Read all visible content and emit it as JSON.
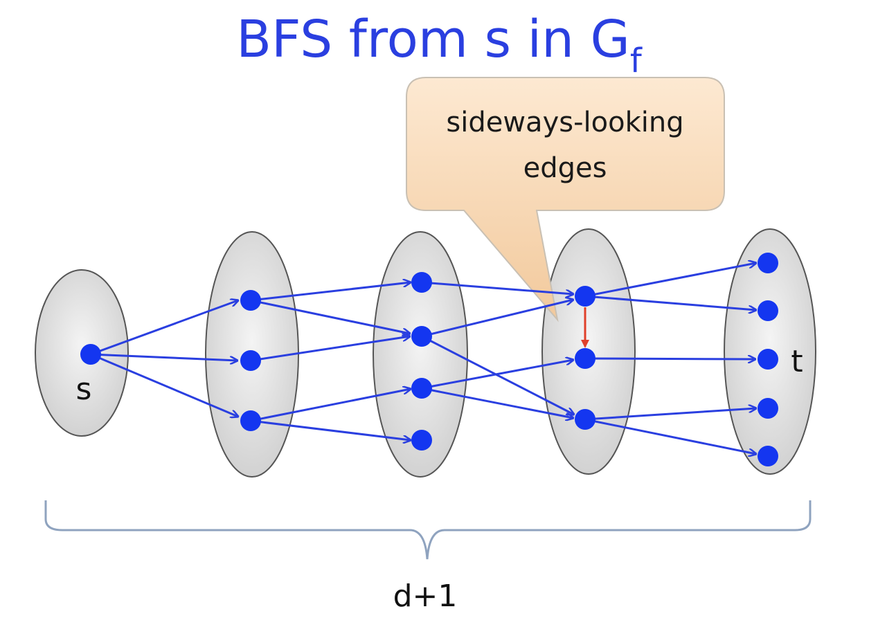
{
  "title": {
    "main": "BFS from s in G",
    "subscript": "f"
  },
  "callout": {
    "line1": "sideways-looking",
    "line2": "edges"
  },
  "labels": {
    "source": "s",
    "sink": "t",
    "brace": "d+1"
  },
  "colors": {
    "title": "#2a3fe0",
    "node": "#1436f0",
    "edge": "#2a3fe0",
    "sideways_edge": "#e0402a",
    "layer_fill": "#d9d9d9",
    "callout_fill": "#f8d9b4",
    "brace": "#8fa3bf"
  }
}
